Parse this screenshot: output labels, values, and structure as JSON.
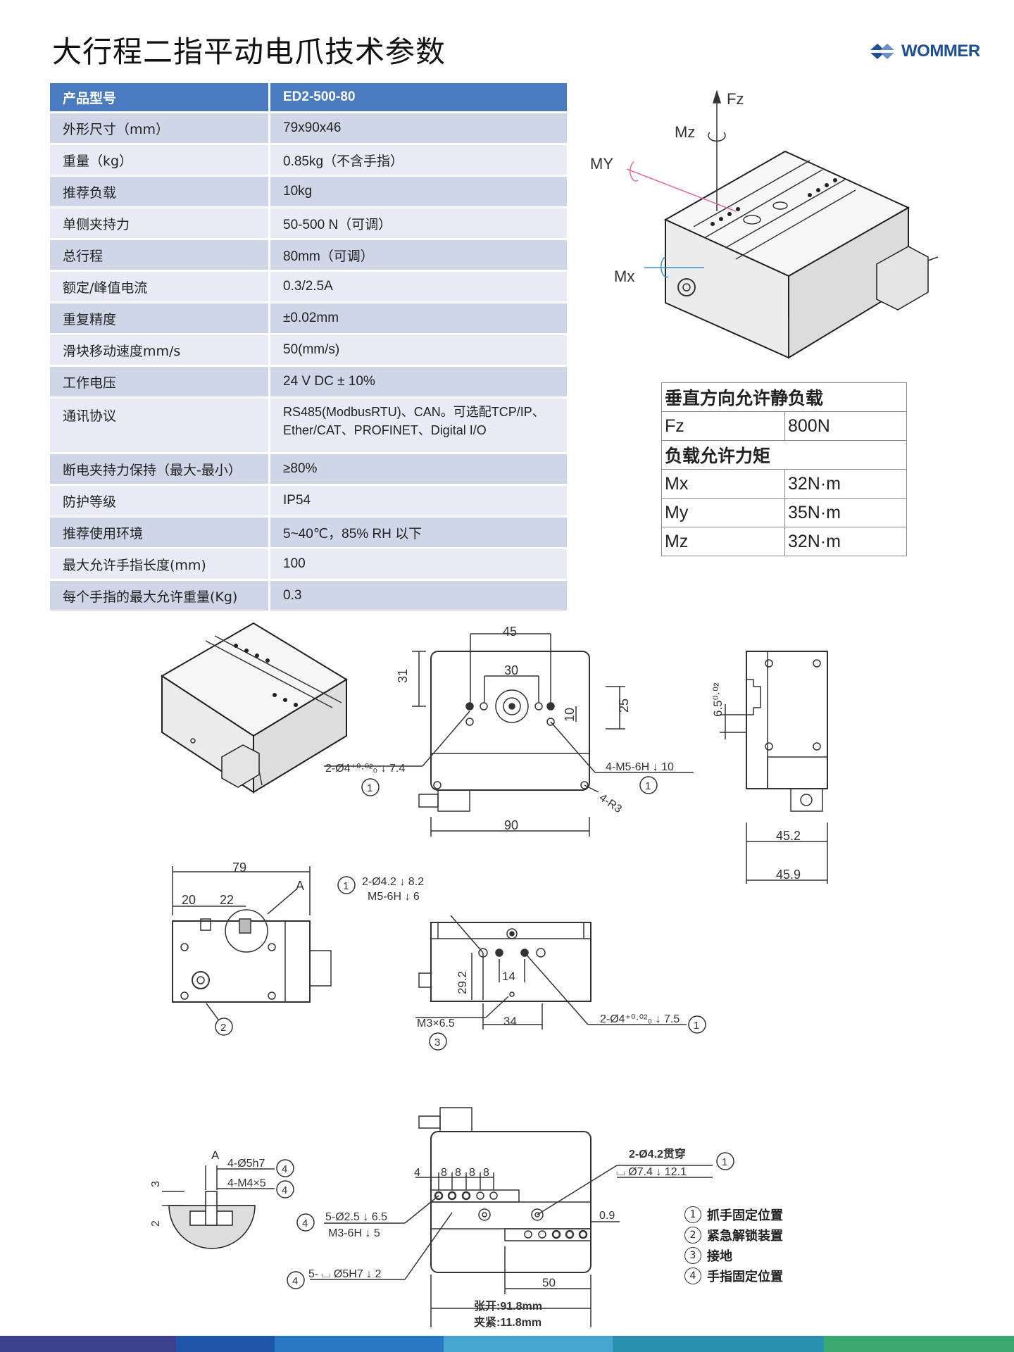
{
  "page": {
    "title": "大行程二指平动电爪技术参数",
    "brand": "WOMMER"
  },
  "spec_table": {
    "header": {
      "key": "产品型号",
      "value": "ED2-500-80"
    },
    "rows": [
      {
        "key": "外形尺寸（mm）",
        "value": "79x90x46"
      },
      {
        "key": "重量（kg）",
        "value": "0.85kg（不含手指）"
      },
      {
        "key": "推荐负载",
        "value": "10kg"
      },
      {
        "key": "单侧夹持力",
        "value": "50-500 N（可调）"
      },
      {
        "key": "总行程",
        "value": "80mm（可调）"
      },
      {
        "key": "额定/峰值电流",
        "value": "0.3/2.5A"
      },
      {
        "key": "重复精度",
        "value": "±0.02mm"
      },
      {
        "key": "滑块移动速度mm/s",
        "value": "50(mm/s)"
      },
      {
        "key": "工作电压",
        "value": "24 V DC ± 10%"
      },
      {
        "key": "通讯协议",
        "value": " RS485(ModbusRTU)、CAN。可选配TCP/IP、Ether/CAT、PROFINET、Digital I/O"
      },
      {
        "key": "断电夹持力保持（最大-最小）",
        "value": "≥80%"
      },
      {
        "key": "防护等级",
        "value": "IP54"
      },
      {
        "key": "推荐使用环境",
        "value": "5~40℃，85% RH 以下"
      },
      {
        "key": "最大允许手指长度(mm)",
        "value": "100"
      },
      {
        "key": "每个手指的最大允许重量(Kg)",
        "value": "0.3"
      }
    ]
  },
  "load_table": {
    "static_header": "垂直方向允许静负载",
    "fz_label": "Fz",
    "fz_value": "800N",
    "moment_header": "负载允许力矩",
    "mx_label": "Mx",
    "mx_value": "32N·m",
    "my_label": "My",
    "my_value": "35N·m",
    "mz_label": "Mz",
    "mz_value": "32N·m"
  },
  "iso_labels": {
    "fz": "Fz",
    "mz": "Mz",
    "my": "MY",
    "mx": "Mx"
  },
  "dimensions": {
    "front_45": "45",
    "front_31": "31",
    "front_30": "30",
    "front_25": "25",
    "front_10": "10",
    "front_90": "90",
    "front_hole_left": "2-Ø4⁺⁰·⁰²₀ ↓ 7.4",
    "front_hole_right": "4-M5-6H ↓ 10",
    "front_r3": "4-R3",
    "side_65": "6.5⁰·⁰²",
    "side_452": "45.2",
    "side_459": "45.9",
    "mid_79": "79",
    "mid_20": "20",
    "mid_22": "22",
    "mid_A": "A",
    "top_hole_a": "2-Ø4.2 ↓ 8.2",
    "top_hole_b": "M5-6H ↓ 6",
    "top_292": "29.2",
    "top_14": "14",
    "top_34": "34",
    "top_m3": "M3×6.5",
    "top_hole_c": "2-Ø4⁺⁰·⁰²₀ ↓ 7.5",
    "det_A": "A",
    "det_pin": "4-Ø5h7",
    "det_m4": "4-M4×5",
    "det_3": "3",
    "det_2": "2",
    "bot_4": "4",
    "bot_8a": "8",
    "bot_8b": "8",
    "bot_8c": "8",
    "bot_8d": "8",
    "bot_thru": "2-Ø4.2贯穿",
    "bot_cb": "⌴ Ø7.4 ↓ 12.1",
    "bot_09": "0.9",
    "bot_hole_a": "5-Ø2.5 ↓ 6.5",
    "bot_hole_b": "M3-6H ↓ 5",
    "bot_hole_c": "5- ⌴ Ø5H7 ↓ 2",
    "bot_50": "50",
    "bot_open": "张开:91.8mm",
    "bot_close": "夹紧:11.8mm"
  },
  "callouts": {
    "c1": "1",
    "c2": "2",
    "c3": "3",
    "c4": "4"
  },
  "legend": [
    {
      "num": "1",
      "text": "抓手固定位置"
    },
    {
      "num": "2",
      "text": "紧急解锁装置"
    },
    {
      "num": "3",
      "text": "接地"
    },
    {
      "num": "4",
      "text": "手指固定位置"
    }
  ],
  "colors": {
    "table_header": "#4a7bbf",
    "row_dark": "#cfd6e8",
    "row_light": "#e8ebf4",
    "brand": "#1d4f91"
  }
}
